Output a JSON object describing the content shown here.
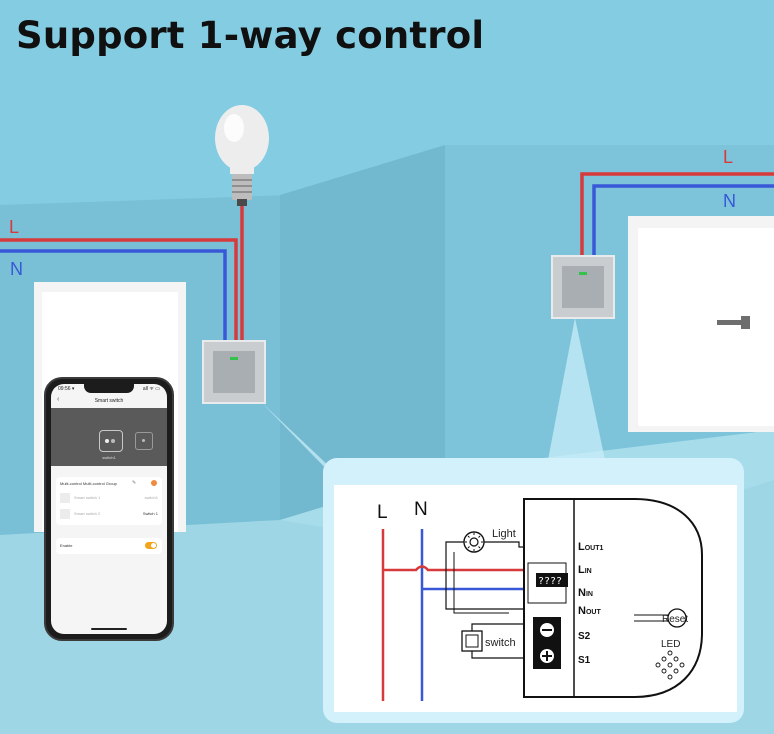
{
  "title": "Support 1-way control",
  "colors": {
    "sky": "#84cce2",
    "wall": "#79c1d8",
    "floor": "#9fd7e6",
    "live_wire": "#d63a3a",
    "neutral_wire": "#3858d8",
    "switch_indicator": "#33c24a",
    "toggle_accent": "#f2a51b"
  },
  "wall_wires": {
    "left": {
      "live_label": "L",
      "neutral_label": "N"
    },
    "right": {
      "live_label": "L",
      "neutral_label": "N"
    }
  },
  "phone": {
    "status_time": "09:56 ▾",
    "status_icons": "all ᯤ ▭",
    "screen_title": "Smart switch",
    "device_label": "switch1",
    "group_header": "Multi-control Multi-control Group",
    "rows": [
      {
        "name": "Smart switch 1",
        "value": "switch1"
      },
      {
        "name": "Smart switch 2",
        "value": "Switch 1"
      }
    ],
    "enable_label": "Enable"
  },
  "wiring": {
    "L": "L",
    "N": "N",
    "light": "Light",
    "switch": "switch",
    "model_mark": "????",
    "terminals": [
      {
        "main": "L",
        "sub": "OUT1"
      },
      {
        "main": "L",
        "sub": "IN"
      },
      {
        "main": "N",
        "sub": "IN"
      },
      {
        "main": "N",
        "sub": "OUT"
      },
      {
        "main": "S2",
        "sub": ""
      },
      {
        "main": "S1",
        "sub": ""
      }
    ],
    "reset": "Reset",
    "led": "LED"
  }
}
